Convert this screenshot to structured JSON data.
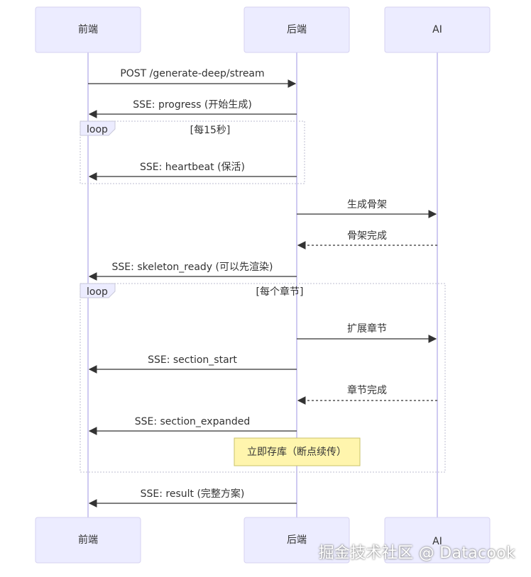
{
  "actors": [
    {
      "id": "frontend",
      "label": "前端"
    },
    {
      "id": "backend",
      "label": "后端"
    },
    {
      "id": "ai",
      "label": "AI"
    }
  ],
  "messages": [
    {
      "from": "frontend",
      "to": "backend",
      "text": "POST /generate-deep/stream",
      "style": "solid"
    },
    {
      "from": "backend",
      "to": "frontend",
      "text": "SSE: progress (开始生成)",
      "style": "solid"
    },
    {
      "from": "backend",
      "to": "frontend",
      "text": "SSE: heartbeat (保活)",
      "style": "solid"
    },
    {
      "from": "backend",
      "to": "ai",
      "text": "生成骨架",
      "style": "solid"
    },
    {
      "from": "ai",
      "to": "backend",
      "text": "骨架完成",
      "style": "dashed"
    },
    {
      "from": "backend",
      "to": "frontend",
      "text": "SSE: skeleton_ready (可以先渲染)",
      "style": "solid"
    },
    {
      "from": "backend",
      "to": "ai",
      "text": "扩展章节",
      "style": "solid"
    },
    {
      "from": "backend",
      "to": "frontend",
      "text": "SSE: section_start",
      "style": "solid"
    },
    {
      "from": "ai",
      "to": "backend",
      "text": "章节完成",
      "style": "dashed"
    },
    {
      "from": "backend",
      "to": "frontend",
      "text": "SSE: section_expanded",
      "style": "solid"
    },
    {
      "from": "backend",
      "to": "frontend",
      "text": "SSE: result (完整方案)",
      "style": "solid"
    }
  ],
  "loops": [
    {
      "label": "loop",
      "condition": "[每15秒]"
    },
    {
      "label": "loop",
      "condition": "[每个章节]"
    }
  ],
  "note": {
    "text": "立即存库（断点续传）"
  },
  "watermark": "掘金技术社区 @ Datacook"
}
